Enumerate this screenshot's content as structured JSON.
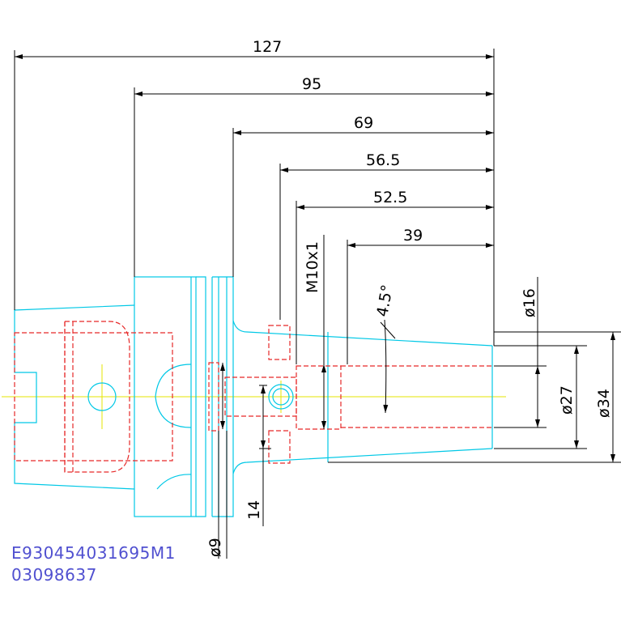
{
  "drawing": {
    "dimensions": {
      "d127": "127",
      "d95": "95",
      "d69": "69",
      "d56_5": "56.5",
      "d52_5": "52.5",
      "d39": "39",
      "thread": "M10x1",
      "angle": "4.5°",
      "dia16": "ø16",
      "dia27": "ø27",
      "dia34": "ø34",
      "d14": "14",
      "dia9": "ø9"
    },
    "part_code": "E930454031695M1",
    "part_number": "03098637"
  },
  "colors": {
    "outline": "#00c8e6",
    "hidden": "#e62828",
    "center": "#e6e600",
    "dimension": "#000000",
    "code": "#5050d0"
  }
}
